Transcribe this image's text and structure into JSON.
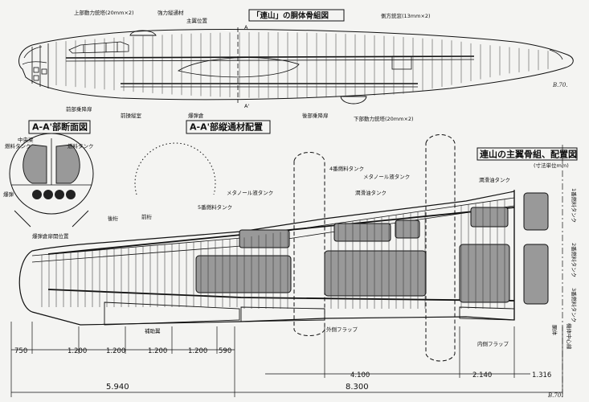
{
  "titles": {
    "fuselage": "「連山」の胴体骨組図",
    "section_aa": "A-A'部断面図",
    "stringer_aa": "A-A'部縦通材配置",
    "wing": "連山の主翼骨組、配置図",
    "wing_unit": "(寸法単位mm)"
  },
  "fuselage_labels": {
    "upper_turret": "上部動力銃塔(20mm×2)",
    "stringer": "強力縦通材",
    "wing_position": "主翼位置",
    "side_window": "側方銃窓(13mm×2)",
    "fwd_crew": "前部乗降扉",
    "cockpit": "前操縦室",
    "bomb_bay": "爆弾倉",
    "rear_crew": "後部乗降扉",
    "lower_turret": "下部動力銃塔(20mm×2)",
    "mark_a": "A",
    "mark_a2": "A'"
  },
  "section_labels": {
    "center_beam": "中央梁",
    "tank": "燃料タンク",
    "bombs": "爆弾",
    "bomb_door": "爆弾倉扉開位置",
    "tank2": "燃料タンク"
  },
  "wing_labels": {
    "methanol_tank": "メタノール液タンク",
    "tank4": "4番燃料タンク",
    "methanol_tank2": "メタノール液タンク",
    "oil_tank1": "潤滑油タンク",
    "oil_tank2": "潤滑油タンク",
    "tank1": "1番燃料タンク",
    "tank2": "2番燃料タンク",
    "tank3": "3番燃料タンク",
    "tank5": "5番燃料タンク",
    "rear_spar": "後桁",
    "front_spar": "前桁",
    "aux_spar": "補助翼",
    "outer_flap": "外側フラップ",
    "inner_flap": "内側フラップ",
    "fuselage": "胴体",
    "centerline": "機体中心線"
  },
  "dimensions": {
    "d750": "750",
    "d1200a": "1.200",
    "d1200b": "1.200",
    "d1200c": "1.200",
    "d1200d": "1.200",
    "d590": "590",
    "d4100": "4.100",
    "d2140": "2.140",
    "d1316": "1.316",
    "d5940": "5.940",
    "d8300": "8.300"
  },
  "signature": "B.70."
}
